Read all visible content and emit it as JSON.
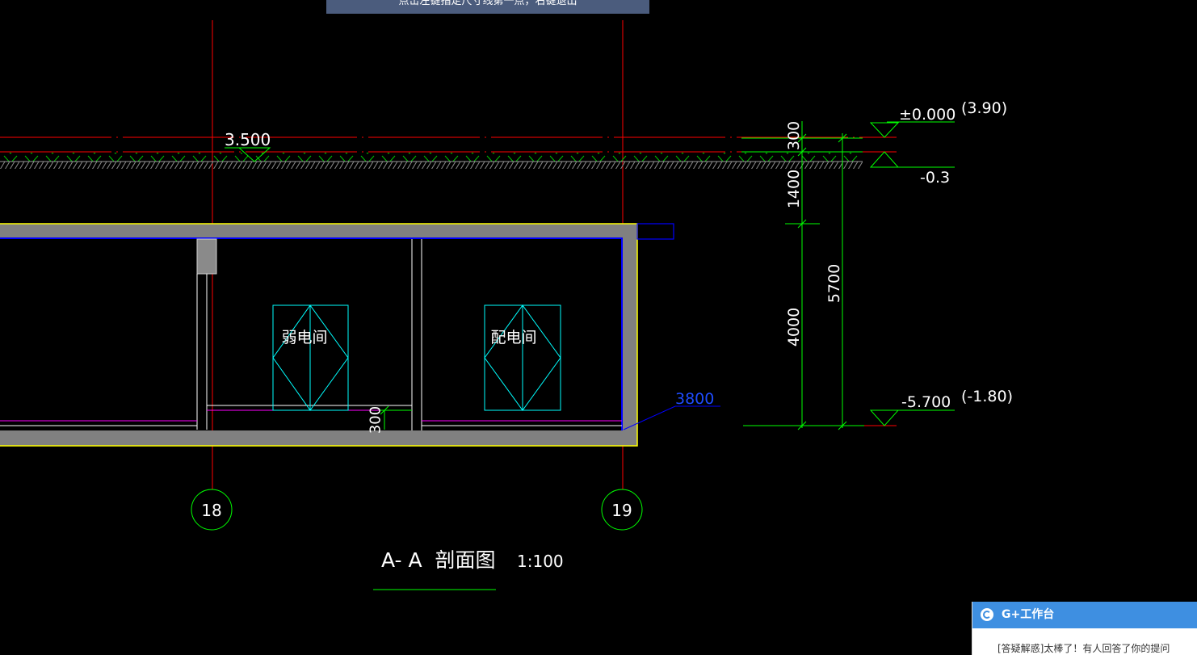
{
  "status_banner": {
    "text": "点击左键指定尺寸线第一点，右键退出"
  },
  "drawing": {
    "axes": [
      "18",
      "19"
    ],
    "ground_elevation": "3.500",
    "rooms": [
      "弱电间",
      "配电间"
    ],
    "dims_right": [
      "300",
      "1400",
      "4000",
      "5700"
    ],
    "dim_floor_step": "300",
    "dim_leader": "3800",
    "levels": [
      {
        "value": "±0.000",
        "relative": "(3.90)"
      },
      {
        "value": "-0.3"
      },
      {
        "value": "-5.700",
        "relative": "(-1.80)"
      }
    ],
    "title": "A- A  剖面图",
    "scale": "1:100"
  },
  "notification": {
    "logo_icon": "g-logo-icon",
    "app_name": "G+工作台",
    "message": "[答疑解惑]太棒了！有人回答了你的提问"
  },
  "colors": {
    "axis": "#ff0000",
    "dim": "#00ff00",
    "struct": "#808080",
    "outline": "#ffff00",
    "section": "#0000ff",
    "door": "#00ffff",
    "floor": "#ff00ff",
    "leader": "#1e4cff",
    "banner": "#4b5c7d",
    "notif": "#3e8fe1"
  }
}
